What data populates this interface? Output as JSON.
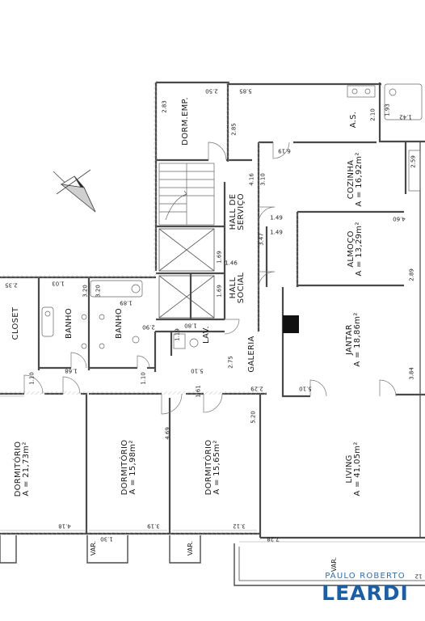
{
  "rooms": {
    "dorm_emp": "DORM.EMP.",
    "as": "A.S.",
    "cozinha": "COZINHA",
    "cozinha_area": "A = 16,92m²",
    "hall_servico_1": "HALL DE",
    "hall_servico_2": "SERVIÇO",
    "almoco": "ALMOÇO",
    "almoco_area": "A = 13,29m²",
    "hall_social_1": "HALL",
    "hall_social_2": "SOCIAL",
    "jantar": "JANTAR",
    "jantar_area": "A = 18,86m²",
    "closet": "CLOSET",
    "banho_1": "BANHO",
    "banho_2": "BANHO",
    "lav": "LAV.",
    "galeria": "GALERIA",
    "dormitorio_1": "DORMITÓRIO",
    "dormitorio_1_area": "A = 21,73m²",
    "dormitorio_2": "DORMITÓRIO",
    "dormitorio_2_area": "A = 15,98m²",
    "dormitorio_3": "DORMITÓRIO",
    "dormitorio_3_area": "A = 15,65m²",
    "living": "LIVING",
    "living_area": "A = 41,05m²",
    "var_1": "VAR.",
    "var_2": "VAR.",
    "var_3": "VAR."
  },
  "dimensions": {
    "d_2_83": "2.83",
    "d_2_50": "2.50",
    "d_5_85": "5.85",
    "d_2_85": "2.85",
    "d_2_10": "2.10",
    "d_1_93": "1.93",
    "d_1_42": "1.42",
    "d_6_19": "6.19",
    "d_3_10": "3.10",
    "d_4_16": "4.16",
    "d_2_59": "2.59",
    "d_1_49a": "1.49",
    "d_1_49b": "1.49",
    "d_4_60": "4.60",
    "d_3_47": "3.47",
    "d_1_69a": "1.69",
    "d_1_46": "1.46",
    "d_1_69b": "1.69",
    "d_2_89": "2.89",
    "d_2_35": "2.35",
    "d_1_03": "1.03",
    "d_3_20a": "3.20",
    "d_3_20b": "3.20",
    "d_1_89": "1.89",
    "d_2_90": "2.90",
    "d_1_80": "1.80",
    "d_1_19": "1.19",
    "d_2_75": "2.75",
    "d_5_10a": "5.10",
    "d_3_84": "3.84",
    "d_1_68": "1.68",
    "d_1_10a": "1.10",
    "d_1_10b": "1.10",
    "d_5_10b": "5.10",
    "d_1_61": "1.61",
    "d_2_29": "2.29",
    "d_5_20": "5.20",
    "d_4_69": "4.69",
    "d_4_18": "4.18",
    "d_3_19": "3.19",
    "d_3_12": "3.12",
    "d_1_30": "1.30",
    "d_7_28": "7.28",
    "d_12": "12"
  },
  "logo": {
    "line1": "PAULO ROBERTO",
    "line2": "LEARDI"
  },
  "colors": {
    "wall": "#4a4a4a",
    "thin_line": "#8a8a8a",
    "hatch": "#9a9a9a",
    "column": "#111111",
    "logo_blue": "#1a5ea8"
  }
}
